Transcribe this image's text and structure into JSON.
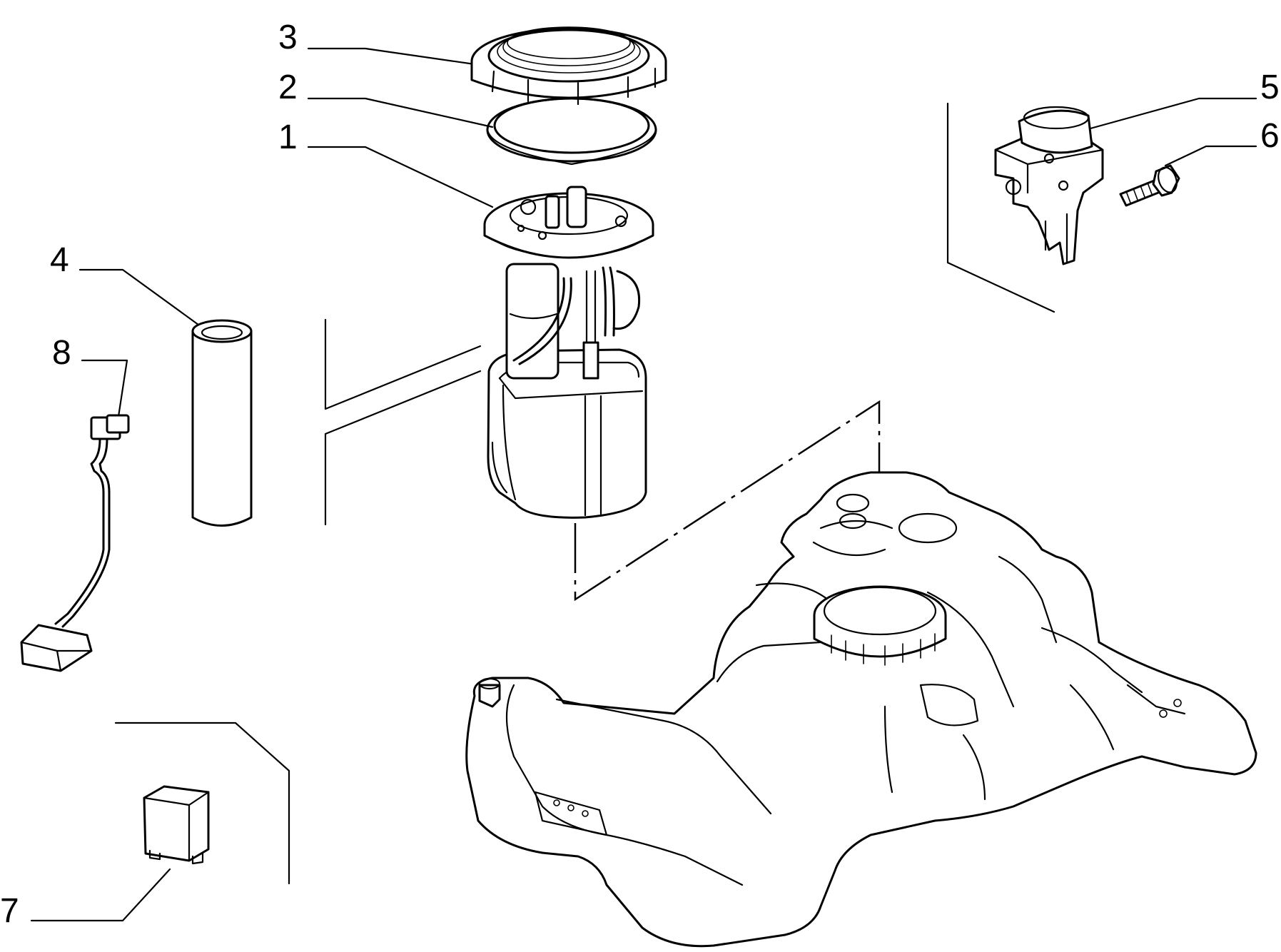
{
  "callouts": {
    "c1": "1",
    "c2": "2",
    "c3": "3",
    "c4": "4",
    "c5": "5",
    "c6": "6",
    "c7": "7",
    "c8": "8"
  },
  "parts": {
    "p1": "fuel-pump-assembly-icon",
    "p2": "seal-ring-icon",
    "p3": "locking-ring-nut-icon",
    "p4": "filter-sleeve-icon",
    "p5": "inertia-switch-icon",
    "p6": "bolt-icon",
    "p7": "relay-icon",
    "p8": "level-sender-icon",
    "tank": "fuel-tank-icon"
  },
  "colors": {
    "ink": "#000000",
    "paper": "#ffffff"
  }
}
